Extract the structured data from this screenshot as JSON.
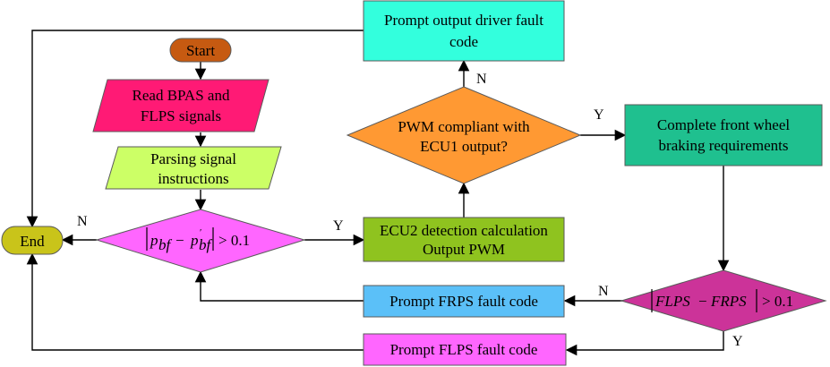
{
  "colors": {
    "start": "#c65a11",
    "end": "#c9c41a",
    "read": "#ff1a75",
    "parse": "#ccff66",
    "decision1": "#ff66ff",
    "ecu2": "#8fc31f",
    "pwm_decision": "#ff9933",
    "driver_fault": "#33ffdd",
    "complete": "#1fc08f",
    "decision2": "#cc3399",
    "frps": "#5bc0f8",
    "flps": "#ff66ff"
  },
  "nodes": {
    "start": "Start",
    "end": "End",
    "read": [
      "Read BPAS and",
      "FLPS signals"
    ],
    "parse": [
      "Parsing signal",
      "instructions"
    ],
    "decision1": {
      "p": "p",
      "sub": "bf",
      "minus": "−",
      "prime": "′",
      "cmp": "> 0.1"
    },
    "ecu2": [
      "ECU2 detection calculation",
      "Output PWM"
    ],
    "pwm_decision": [
      "PWM compliant with",
      "ECU1 output?"
    ],
    "driver_fault": [
      "Prompt output driver fault",
      "code"
    ],
    "complete": [
      "Complete front wheel",
      "braking requirements"
    ],
    "decision2": {
      "a": "FLPS",
      "minus": "−",
      "b": "FRPS",
      "cmp": "> 0.1"
    },
    "frps_fault": "Prompt FRPS fault code",
    "flps_fault": "Prompt FLPS fault code"
  },
  "edge_labels": {
    "d1_no": "N",
    "d1_yes": "Y",
    "pwm_no": "N",
    "pwm_yes": "Y",
    "d2_no": "N",
    "d2_yes": "Y"
  }
}
